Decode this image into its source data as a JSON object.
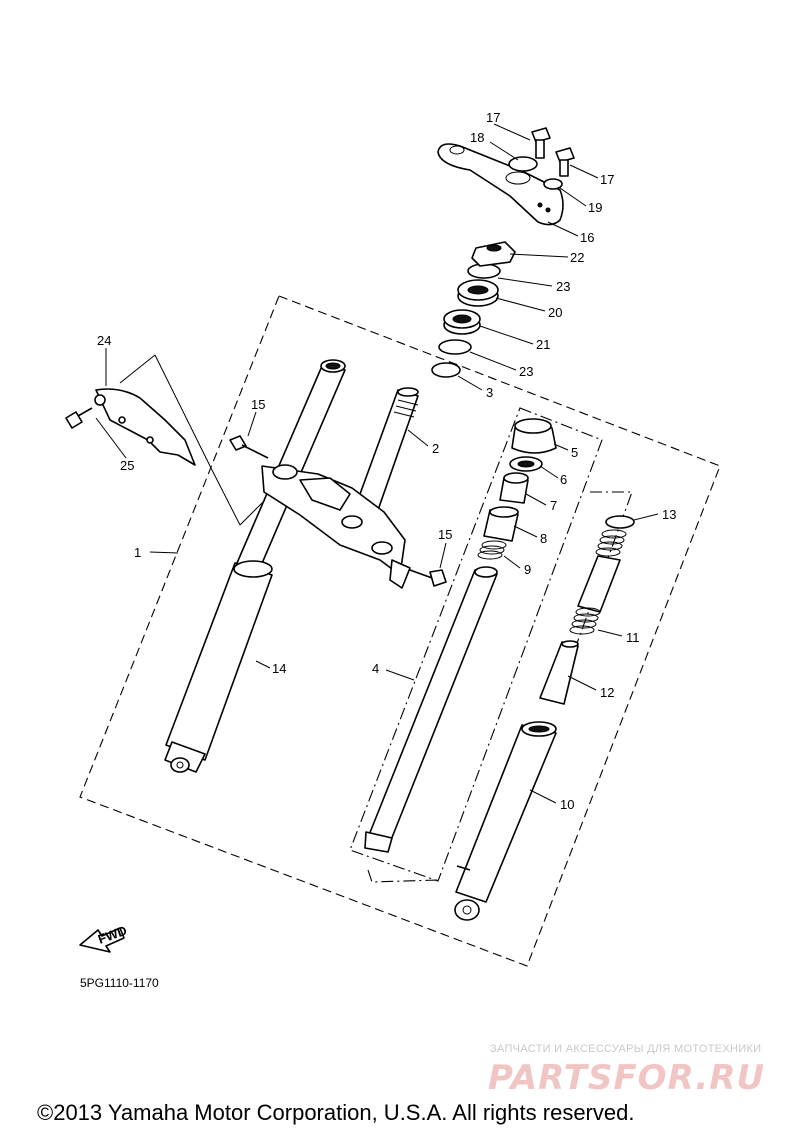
{
  "diagram": {
    "part_labels": [
      "1",
      "2",
      "3",
      "4",
      "5",
      "6",
      "7",
      "8",
      "9",
      "10",
      "11",
      "12",
      "13",
      "14",
      "15",
      "15",
      "16",
      "17",
      "17",
      "18",
      "19",
      "20",
      "21",
      "22",
      "23",
      "23",
      "24",
      "25"
    ],
    "fwd_label": "FWD",
    "diagram_code": "5PG1110-1170"
  },
  "watermark": {
    "caption": "ЗАПЧАСТИ И АКСЕССУАРЫ ДЛЯ МОТОТЕХНИКИ",
    "logo_text": "PARTSFOR.RU"
  },
  "copyright": "©2013 Yamaha Motor Corporation, U.S.A. All rights reserved."
}
